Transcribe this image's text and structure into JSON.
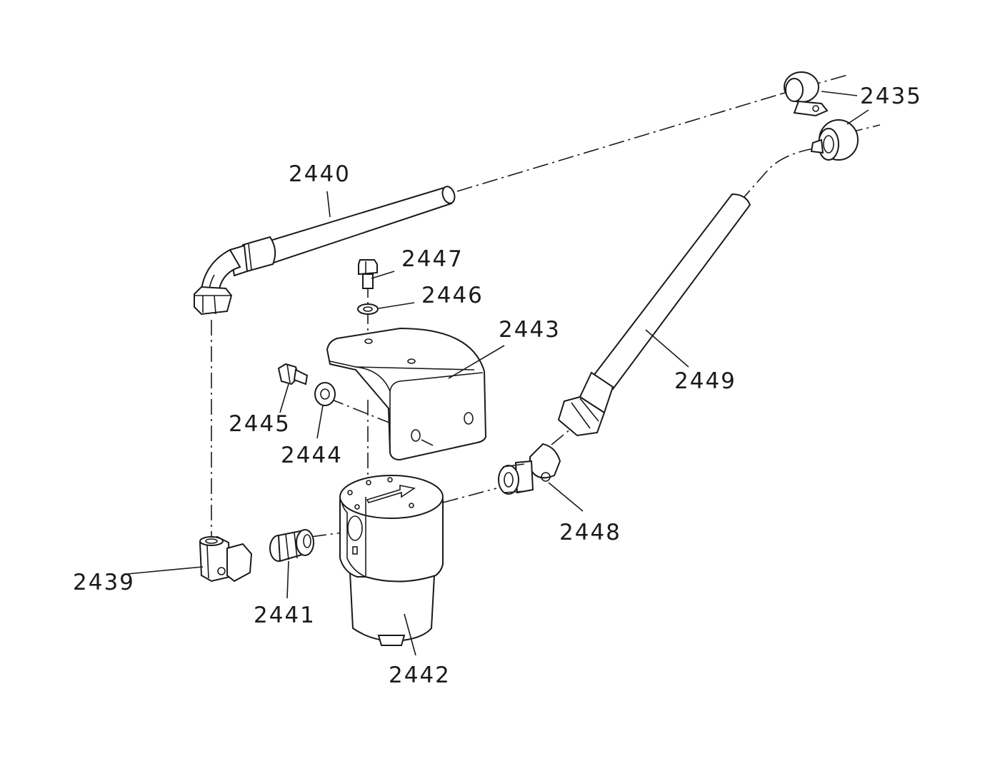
{
  "diagram": {
    "callouts": [
      {
        "id": "p2435",
        "label": "2435"
      },
      {
        "id": "p2439",
        "label": "2439"
      },
      {
        "id": "p2440",
        "label": "2440"
      },
      {
        "id": "p2441",
        "label": "2441"
      },
      {
        "id": "p2442",
        "label": "2442"
      },
      {
        "id": "p2443",
        "label": "2443"
      },
      {
        "id": "p2444",
        "label": "2444"
      },
      {
        "id": "p2445",
        "label": "2445"
      },
      {
        "id": "p2446",
        "label": "2446"
      },
      {
        "id": "p2447",
        "label": "2447"
      },
      {
        "id": "p2448",
        "label": "2448"
      },
      {
        "id": "p2449",
        "label": "2449"
      }
    ]
  }
}
